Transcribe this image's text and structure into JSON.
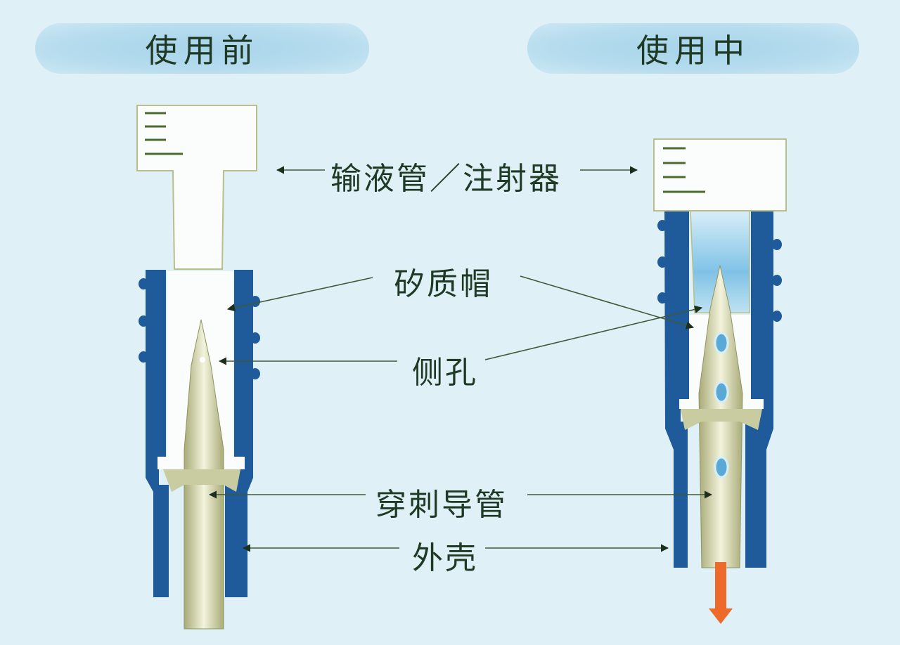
{
  "headers": {
    "before": "使用前",
    "during": "使用中"
  },
  "labels": {
    "tube_syringe": "输液管／注射器",
    "silicone_cap": "矽质帽",
    "side_hole": "侧孔",
    "spike_conduit": "穿刺导管",
    "housing": "外壳"
  },
  "colors": {
    "background": "#dff0f6",
    "housing_blue": "#1f5a9a",
    "spike": "#c9cba0",
    "cap_white": "#fbfdfc",
    "flow_arrow": "#ee6a2a",
    "text": "#1f3a24",
    "pointer_lines": "#3f5a3a"
  }
}
